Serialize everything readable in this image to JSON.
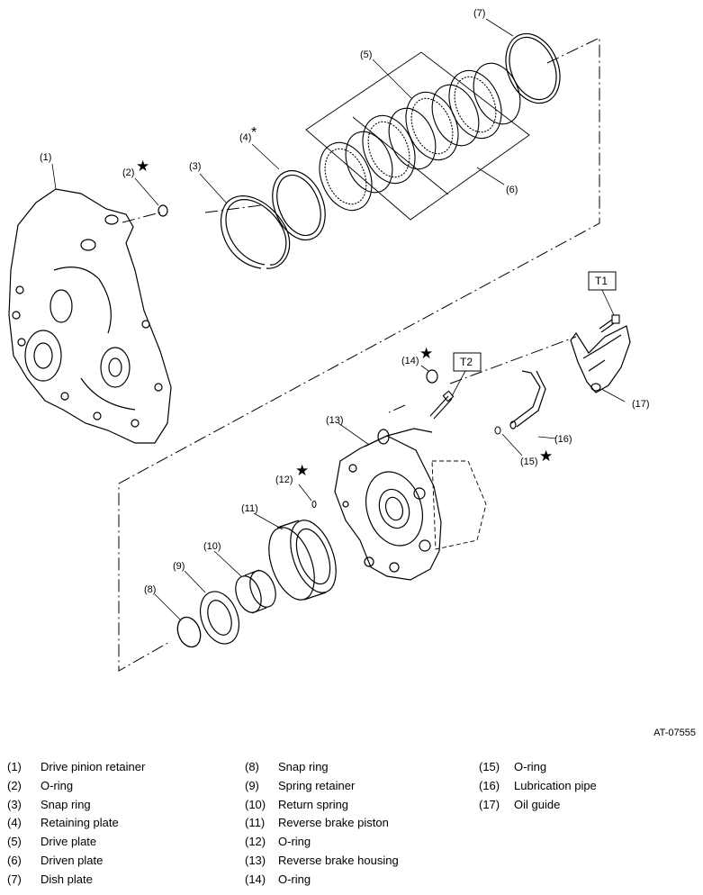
{
  "figure_code": "AT-07555",
  "callouts": {
    "c1": "(1)",
    "c2": "(2)",
    "c3": "(3)",
    "c4": "(4)",
    "c5": "(5)",
    "c6": "(6)",
    "c7": "(7)",
    "c8": "(8)",
    "c9": "(9)",
    "c10": "(10)",
    "c11": "(11)",
    "c12": "(12)",
    "c13": "(13)",
    "c14": "(14)",
    "c15": "(15)",
    "c16": "(16)",
    "c17": "(17)"
  },
  "marks": {
    "star": "★",
    "asterisk": "*"
  },
  "tools": {
    "t1": "T1",
    "t2": "T2"
  },
  "legend": {
    "col1": [
      {
        "num": "(1)",
        "name": "Drive pinion retainer"
      },
      {
        "num": "(2)",
        "name": "O-ring"
      },
      {
        "num": "(3)",
        "name": "Snap ring"
      },
      {
        "num": "(4)",
        "name": "Retaining plate"
      },
      {
        "num": "(5)",
        "name": "Drive plate"
      },
      {
        "num": "(6)",
        "name": "Driven plate"
      },
      {
        "num": "(7)",
        "name": "Dish plate"
      }
    ],
    "col2": [
      {
        "num": "(8)",
        "name": "Snap ring"
      },
      {
        "num": "(9)",
        "name": "Spring retainer"
      },
      {
        "num": "(10)",
        "name": "Return spring"
      },
      {
        "num": "(11)",
        "name": "Reverse brake piston"
      },
      {
        "num": "(12)",
        "name": "O-ring"
      },
      {
        "num": "(13)",
        "name": "Reverse brake housing"
      },
      {
        "num": "(14)",
        "name": "O-ring"
      }
    ],
    "col3": [
      {
        "num": "(15)",
        "name": "O-ring"
      },
      {
        "num": "(16)",
        "name": "Lubrication pipe"
      },
      {
        "num": "(17)",
        "name": "Oil guide"
      }
    ]
  }
}
